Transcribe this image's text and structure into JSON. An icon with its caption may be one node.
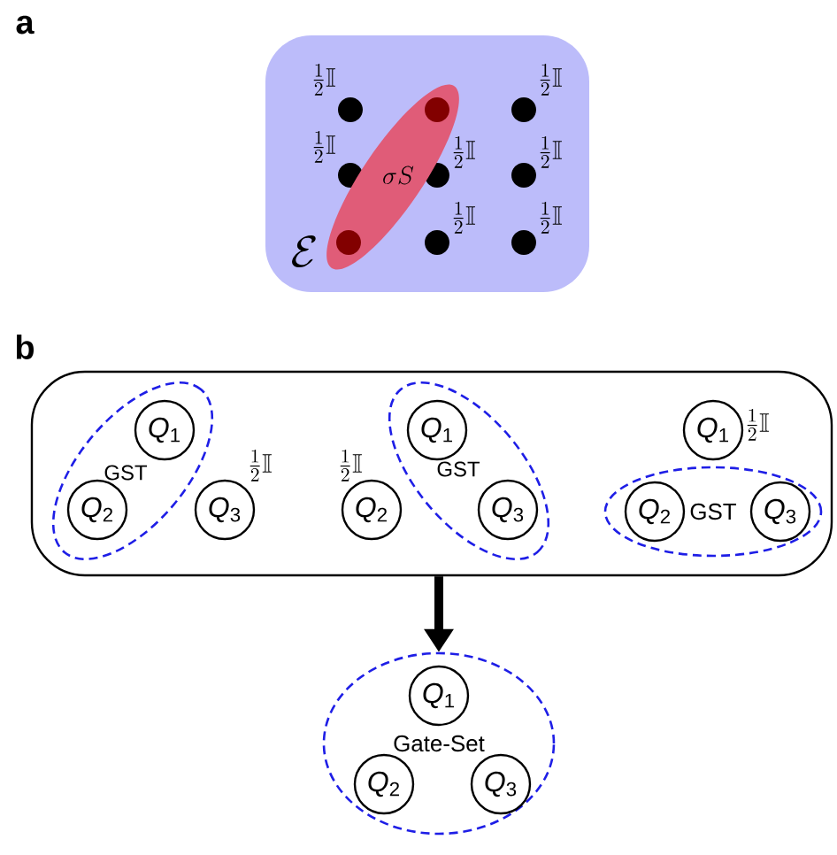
{
  "diagram": {
    "nodes": [
      {
        "text": [
          "\\mathcal{E}"
        ]
      },
      {
        "text": [
          "\\sigma S"
        ],
        "in": 0
      },
      {
        "text": [],
        "shape": "box"
      },
      {
        "text": [
          "GST"
        ],
        "in": 2
      },
      {
        "text": [
          "*Q*$_{1}$"
        ],
        "in": 3
      },
      {
        "text": [
          "*Q*$_{2}$"
        ],
        "in": 3
      },
      {
        "text": [
          "*Q*$_{3}$"
        ],
        "in": 2
      },
      {
        "text": [
          "*Q*$_{2}$"
        ],
        "in": 2
      },
      {
        "text": [
          "GST"
        ],
        "in": 2
      },
      {
        "text": [
          "*Q*$_{1}$"
        ],
        "in": 8
      },
      {
        "text": [
          "*Q*$_{3}$"
        ],
        "in": 8
      },
      {
        "text": [
          "*Q*$_{1}$"
        ],
        "in": 2
      },
      {
        "text": [
          "GST"
        ],
        "in": 2
      },
      {
        "text": [
          "*Q*$_{2}$"
        ],
        "in": 12
      },
      {
        "text": [
          "*Q*$_{3}$"
        ],
        "in": 12
      },
      {
        "text": [
          "Gate-Set"
        ]
      },
      {
        "text": [
          "*Q*$_{1}$"
        ],
        "in": 15
      },
      {
        "text": [
          "*Q*$_{2}$"
        ],
        "in": 15
      },
      {
        "text": [
          "*Q*$_{3}$"
        ],
        "in": 15
      }
    ],
    "edges": [
      {
        "from": 2,
        "to": 15,
        "arrow": "to"
      }
    ],
    "labels": [
      "a",
      "\\frac{1}{2}\\mathbb{I}",
      "\\frac{1}{2}\\mathbb{I}",
      "\\frac{1}{2}\\mathbb{I}",
      "\\frac{1}{2}\\mathbb{I}",
      "\\frac{1}{2}\\mathbb{I}",
      "\\frac{1}{2}\\mathbb{I}",
      "\\frac{1}{2}\\mathbb{I}",
      "b",
      "\\frac{1}{2}\\mathbb{I}",
      "\\frac{1}{2}\\mathbb{I}",
      "\\frac{1}{2}\\mathbb{I}"
    ]
  }
}
